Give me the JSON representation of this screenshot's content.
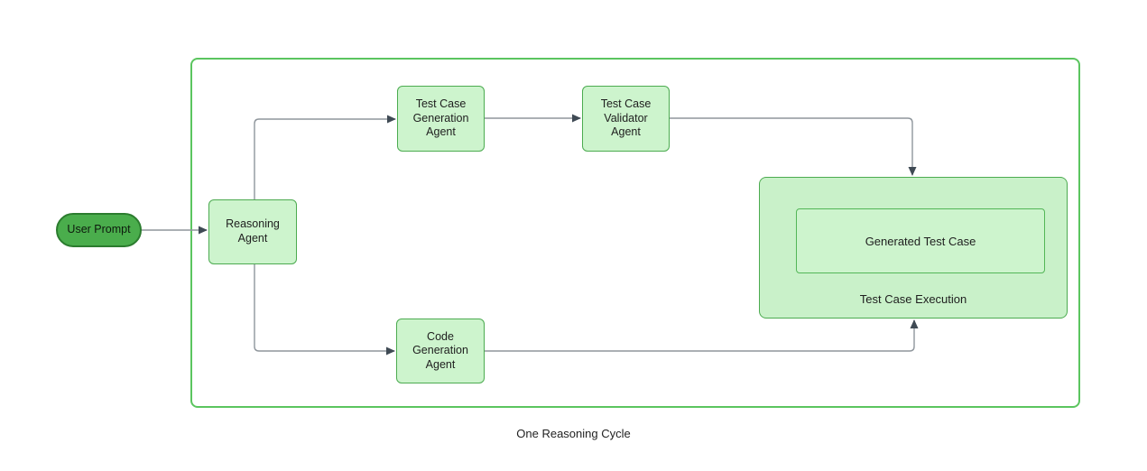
{
  "diagram": {
    "caption": "One Reasoning Cycle",
    "nodes": {
      "user_prompt": {
        "label": "User Prompt"
      },
      "reasoning_agent": {
        "label": "Reasoning\nAgent"
      },
      "test_case_generation_agent": {
        "label": "Test Case\nGeneration\nAgent"
      },
      "test_case_validator_agent": {
        "label": "Test Case\nValidator\nAgent"
      },
      "code_generation_agent": {
        "label": "Code\nGeneration\nAgent"
      },
      "test_case_execution": {
        "label": "Test Case Execution"
      },
      "generated_test_case": {
        "label": "Generated Test Case"
      }
    },
    "colors": {
      "light_node_fill": "#cdf4cd",
      "light_node_border": "#4cab50",
      "outer_container_border": "#5bc55f",
      "user_prompt_fill": "#4aad4c",
      "user_prompt_border": "#2b7c2e",
      "connector_line": "#8f969c",
      "arrowhead": "#3f4a54",
      "text": "#1e1e1e"
    }
  }
}
